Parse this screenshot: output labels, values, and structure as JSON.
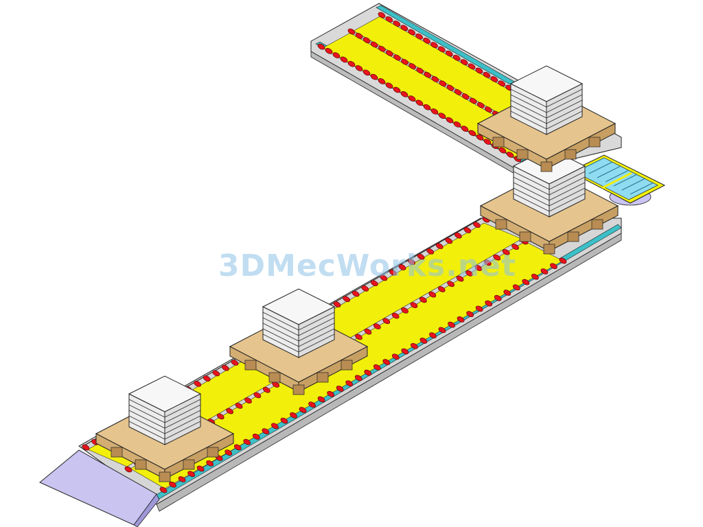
{
  "watermark": {
    "text": "3DMecWorks.net"
  },
  "colors": {
    "lane_fill": "#f2ef0a",
    "roller_red": "#e8141c",
    "rail_cyan": "#3cc0c8",
    "frame_grey": "#d6d6d6",
    "pallet_wood": "#e5c48e",
    "box_white": "#f7f7f7",
    "ramp_violet": "#c9c4f0",
    "transfer_blue": "#8fdcf0",
    "outline": "#222222"
  },
  "pallet_loads": {
    "count": 4,
    "layers_per_stack": 6
  }
}
